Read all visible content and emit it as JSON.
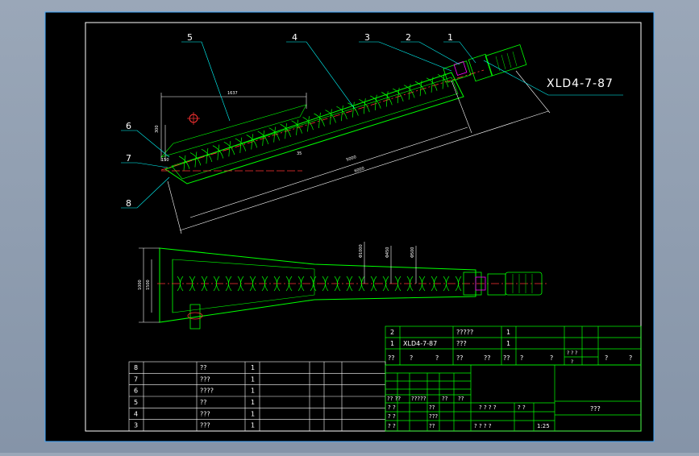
{
  "drawing": {
    "motor_model": "XLD4-7-87",
    "callouts": [
      "1",
      "2",
      "3",
      "4",
      "5",
      "6",
      "7",
      "8"
    ],
    "dims_top": [
      "1637",
      "300",
      "5000",
      "6000",
      "150",
      "35"
    ],
    "dims_plan": [
      "1000",
      "1500",
      "Φ1000",
      "Φ450",
      "Φ500"
    ]
  },
  "upper_table": {
    "rows": [
      {
        "no": "2",
        "code": "",
        "name": "?????",
        "qty": "1"
      },
      {
        "no": "1",
        "code": "XLD4-7-87",
        "name": "???",
        "qty": "1"
      }
    ],
    "header": [
      "??",
      "?",
      "?",
      "??",
      "??",
      "??",
      "?",
      "?",
      "? ? ?",
      "?",
      "?",
      "?"
    ]
  },
  "parts_list": [
    {
      "no": "8",
      "name": "??",
      "qty": "1"
    },
    {
      "no": "7",
      "name": "???",
      "qty": "1"
    },
    {
      "no": "6",
      "name": "????",
      "qty": "1"
    },
    {
      "no": "5",
      "name": "??",
      "qty": "1"
    },
    {
      "no": "4",
      "name": "???",
      "qty": "1"
    },
    {
      "no": "3",
      "name": "???",
      "qty": "1"
    }
  ],
  "title_block": {
    "labels": [
      "?? ??",
      "?????",
      "??",
      "??",
      "? ?",
      "? ?",
      "? ?",
      "? ? ? ?",
      "? ?",
      "???",
      "? ? ? ?",
      "1:25"
    ],
    "name": "???"
  }
}
